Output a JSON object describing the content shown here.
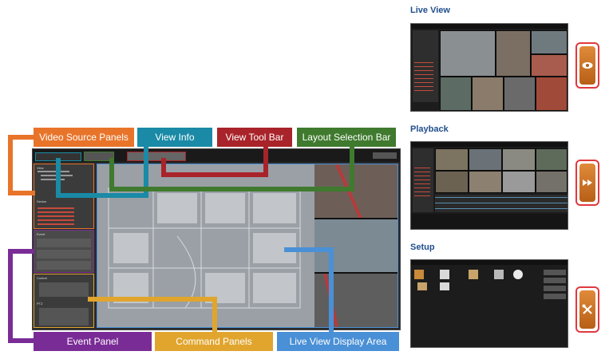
{
  "callouts": {
    "video_source_panels": "Video Source Panels",
    "view_info": "View Info",
    "view_tool_bar": "View Tool Bar",
    "layout_selection_bar": "Layout Selection Bar",
    "event_panel": "Event Panel",
    "command_panels": "Command Panels",
    "live_view_display_area": "Live View Display Area"
  },
  "modes": {
    "live_view": "Live View",
    "playback": "Playback",
    "setup": "Setup"
  },
  "panels": {
    "view": "View",
    "device": "Device",
    "event": "Event",
    "control": "Control",
    "ptz": "PTZ"
  },
  "colors": {
    "orange": "#e8742a",
    "teal": "#1a8aa6",
    "red": "#a8242a",
    "green": "#3f7a2e",
    "purple": "#7a2c96",
    "gold": "#e1a52e",
    "blue": "#4a90d6"
  },
  "icons": {
    "live_view": "eye-icon",
    "playback": "fast-forward-icon",
    "setup": "tools-icon"
  }
}
